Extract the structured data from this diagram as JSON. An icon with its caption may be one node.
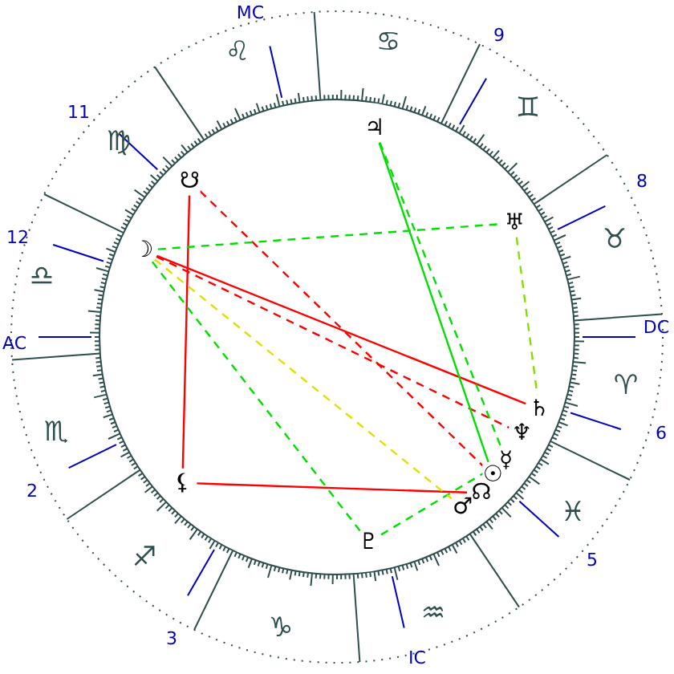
{
  "diagram": {
    "nodes": [
      {
        "text": [
          "♃"
        ]
      },
      {
        "text": [
          "☋"
        ]
      },
      {
        "text": [
          "♅"
        ]
      },
      {
        "text": [
          "☽"
        ]
      },
      {
        "text": [
          "♄"
        ]
      },
      {
        "text": [
          "♆"
        ]
      },
      {
        "text": [
          "☿"
        ]
      },
      {
        "text": [
          "☉"
        ]
      },
      {
        "text": [
          "⚸"
        ]
      },
      {
        "text": [
          "☊"
        ]
      },
      {
        "text": [
          "♂"
        ]
      },
      {
        "text": [
          "♇"
        ]
      }
    ],
    "edges": [
      {
        "from": 3,
        "to": 4,
        "arrow": "none",
        "color": "#ff0000"
      },
      {
        "from": 3,
        "to": 5,
        "arrow": "none",
        "style": "dashed",
        "color": "#ff0000"
      },
      {
        "from": 1,
        "to": 7,
        "arrow": "none",
        "style": "dashed",
        "color": "#ff0000"
      },
      {
        "from": 1,
        "to": 8,
        "arrow": "none",
        "color": "#ff0000"
      },
      {
        "from": 8,
        "to": 9,
        "arrow": "none",
        "color": "#ff0000"
      },
      {
        "from": 0,
        "to": 7,
        "arrow": "none",
        "color": "#00e000"
      },
      {
        "from": 0,
        "to": 6,
        "arrow": "none",
        "style": "dashed",
        "color": "#00e000"
      },
      {
        "from": 3,
        "to": 2,
        "arrow": "none",
        "style": "dashed",
        "color": "#00e000"
      },
      {
        "from": 2,
        "to": 4,
        "arrow": "none",
        "style": "dashed",
        "color": "#80e000"
      },
      {
        "from": 3,
        "to": 11,
        "arrow": "none",
        "style": "dashed",
        "color": "#00e000"
      },
      {
        "from": 11,
        "to": 6,
        "arrow": "none",
        "style": "dashed",
        "color": "#00e000"
      },
      {
        "from": 3,
        "to": 10,
        "arrow": "none",
        "style": "dashed",
        "color": "#e0e000"
      }
    ],
    "labels": [
      "MC",
      "9",
      "♋",
      "♌",
      "♊",
      "11",
      "♍",
      "8",
      "12",
      "♉",
      "♎",
      "DC",
      "AC",
      "♈",
      "♏",
      "6",
      "2",
      "♓",
      "5",
      "♐",
      "♒",
      "♑",
      "3",
      "IC"
    ]
  }
}
